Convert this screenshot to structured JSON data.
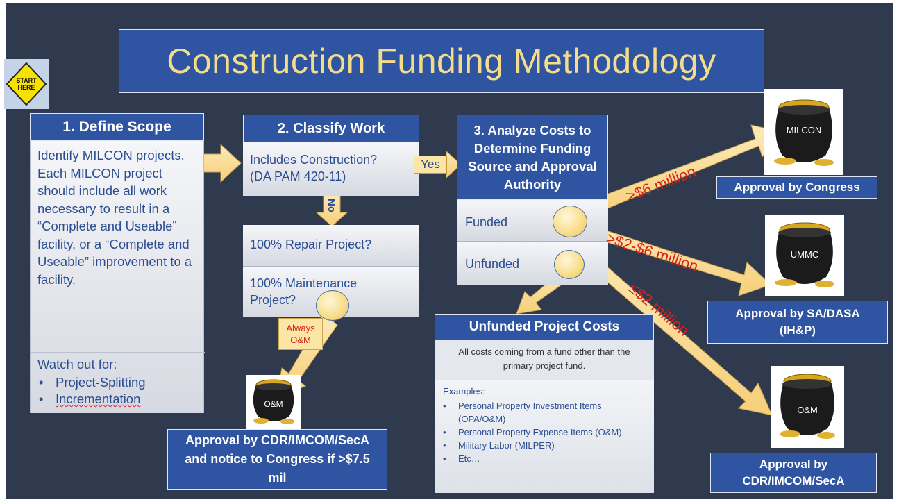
{
  "title": "Construction Funding Methodology",
  "start_sign": "START HERE",
  "step1": {
    "heading": "1. Define Scope",
    "body": "Identify MILCON projects.\nEach MILCON project should include all work necessary to result in a “Complete and Useable” facility, or a “Complete and Useable” improvement to a facility.",
    "watch_title": "Watch out for:",
    "watch_items": [
      "Project-Splitting",
      "Incrementation"
    ]
  },
  "step2": {
    "heading": "2. Classify Work",
    "question": "Includes Construction?\n(DA PAM 420-11)",
    "yes_label": "Yes",
    "no_label": "No",
    "repair": "100% Repair Project?",
    "maintenance": "100% Maintenance Project?",
    "always_label": "Always O&M"
  },
  "step3": {
    "heading": "3. Analyze Costs to Determine Funding Source and Approval Authority",
    "funded": "Funded",
    "unfunded": "Unfunded"
  },
  "thresholds": {
    "high": ">$6 million",
    "mid": ">$2-$6 million",
    "low": "≤$2 million"
  },
  "pots": {
    "milcon": {
      "label": "MILCON",
      "approval": "Approval by Congress"
    },
    "ummc": {
      "label": "UMMC",
      "approval": "Approval by SA/DASA (IH&P)"
    },
    "om_right": {
      "label": "O&M",
      "approval": "Approval by CDR/IMCOM/SecA"
    },
    "om_left": {
      "label": "O&M",
      "approval": "Approval by CDR/IMCOM/SecA and notice to Congress if >$7.5 mil"
    }
  },
  "unfunded_box": {
    "heading": "Unfunded Project Costs",
    "subtitle": "All costs coming from a fund other than the primary project fund.",
    "examples_title": "Examples:",
    "examples": [
      "Personal Property Investment Items (OPA/O&M)",
      "Personal Property Expense Items (O&M)",
      "Military Labor (MILPER)",
      "Etc…"
    ]
  },
  "colors": {
    "background": "#2f3a4f",
    "box_blue": "#2f55a2",
    "title_text": "#f4dd8a",
    "arrow_fill": "#fbe0a0",
    "threshold_text": "#d8221c"
  }
}
